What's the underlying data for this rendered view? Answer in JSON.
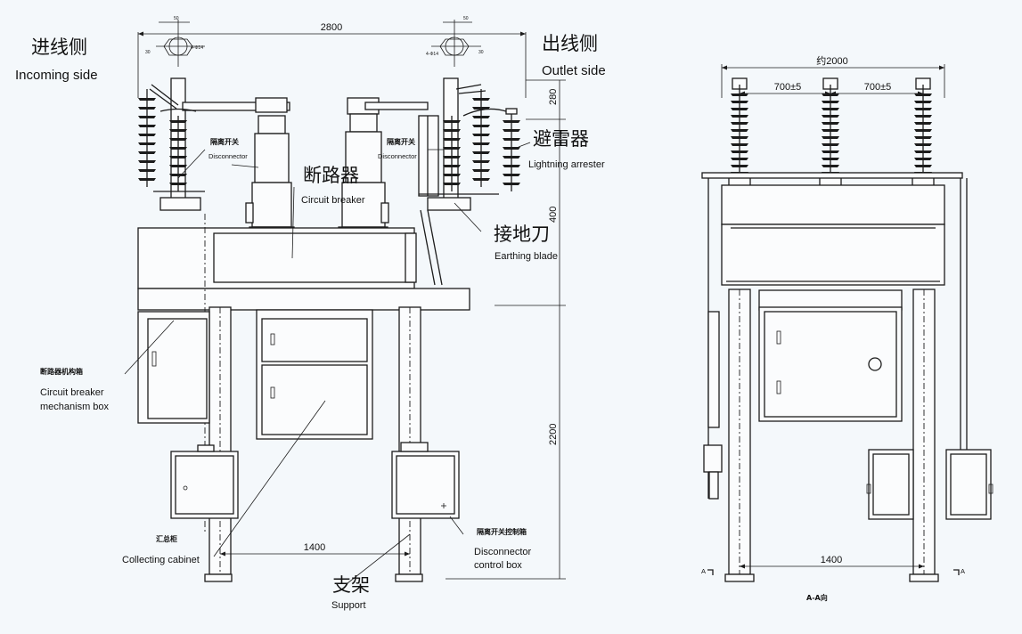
{
  "labels": {
    "incoming_cn": "进线侧",
    "incoming_en": "Incoming side",
    "outlet_cn": "出线侧",
    "outlet_en": "Outlet side",
    "disconnector_cn": "隔离开关",
    "disconnector_en": "Disconnector",
    "breaker_cn": "断路器",
    "breaker_en": "Circuit breaker",
    "arrester_cn": "避雷器",
    "arrester_en": "Lightning arrester",
    "earthing_cn": "接地刀",
    "earthing_en": "Earthing blade",
    "mech_box_cn": "断路器机构箱",
    "mech_box_en_1": "Circuit breaker",
    "mech_box_en_2": "mechanism box",
    "collecting_cn": "汇总柜",
    "collecting_en": "Collecting cabinet",
    "support_cn": "支架",
    "support_en": "Support",
    "disc_ctrl_cn": "隔离开关控制箱",
    "disc_ctrl_en_1": "Disconnector",
    "disc_ctrl_en_2": "control box",
    "section_view": "A-A向",
    "section_a_left": "A",
    "section_a_right": "A"
  },
  "dimensions": {
    "front_width": "2800",
    "front_base": "1400",
    "h_280": "280",
    "h_400": "400",
    "h_2200": "2200",
    "side_width": "约2000",
    "pitch_left": "700±5",
    "pitch_right": "700±5",
    "side_base": "1400",
    "flange_left_top": "50",
    "flange_left_dia": "4-Φ14",
    "flange_left_side": "30",
    "flange_right_top": "50",
    "flange_right_dia": "4-Φ14",
    "flange_right_side": "30"
  }
}
